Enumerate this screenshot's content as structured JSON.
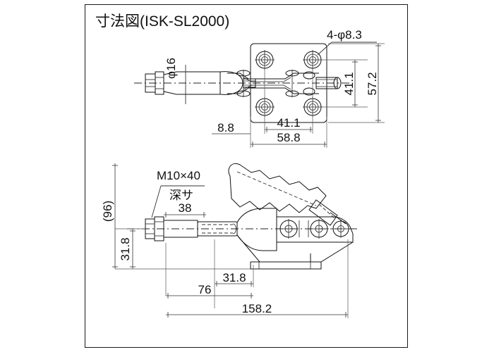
{
  "page": {
    "background_color": "#ffffff",
    "frame_border_color": "#1a1a1a",
    "line_color": "#111111"
  },
  "header": {
    "title": "寸法図(ISK-SL2000)",
    "product_code": "ISK-SL2000"
  },
  "top_view": {
    "name": "plan-view",
    "dimensions": {
      "shaft_diameter": "φ16",
      "hole_callout": "4-φ8.3",
      "offset_left": "8.8",
      "hole_pitch_horizontal": "41.1",
      "plate_width": "58.8",
      "hole_pitch_vertical": "41.1",
      "plate_height": "57.2"
    }
  },
  "side_view": {
    "name": "elevation-view",
    "dimensions": {
      "spindle_thread": "M10×40",
      "depth_label": "深サ",
      "depth_value": "38",
      "overall_height_ref": "(96)",
      "base_to_axis": "31.8",
      "base_offset": "31.8",
      "length_to_pivot": "76",
      "overall_length": "158.2"
    }
  },
  "annotations": {
    "all_dimension_labels": [
      "φ16",
      "4-φ8.3",
      "8.8",
      "41.1",
      "58.8",
      "41.1",
      "57.2",
      "M10×40",
      "深サ",
      "38",
      "(96)",
      "31.8",
      "31.8",
      "76",
      "158.2"
    ]
  }
}
